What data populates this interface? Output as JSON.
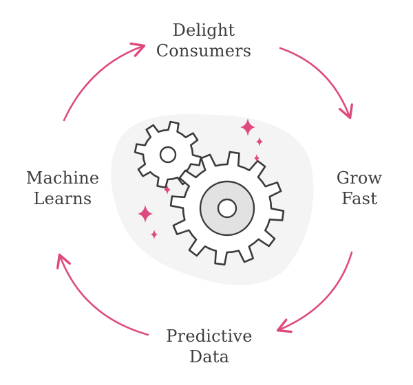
{
  "diagram": {
    "cycle_labels": {
      "top": [
        "Delight",
        "Consumers"
      ],
      "right": [
        "Grow",
        "Fast"
      ],
      "bottom": [
        "Predictive",
        "Data"
      ],
      "left": [
        "Machine",
        "Learns"
      ]
    },
    "icons": [
      "gear-small-icon",
      "gear-large-icon",
      "sparkle-icon"
    ],
    "colors": {
      "accent": "#dd4a7f",
      "text": "#3d3d3d",
      "gear_stroke": "#3a3a3a",
      "gear_fill": "#ffffff",
      "hub_fill": "#e2e2e2",
      "blob": "#f4f4f4"
    }
  }
}
